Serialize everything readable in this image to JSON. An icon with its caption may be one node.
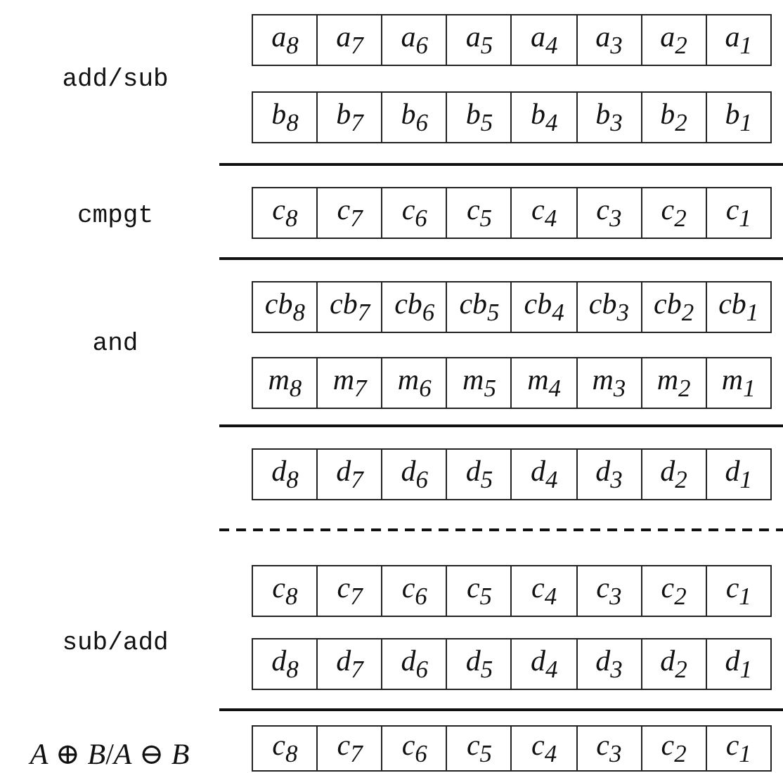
{
  "diagram": {
    "nodes": [
      {
        "text": [
          "a$_{8}$"
        ]
      },
      {
        "text": [
          "a$_{7}$"
        ]
      },
      {
        "text": [
          "a$_{6}$"
        ]
      },
      {
        "text": [
          "a$_{5}$"
        ]
      },
      {
        "text": [
          "a$_{4}$"
        ]
      },
      {
        "text": [
          "a$_{3}$"
        ]
      },
      {
        "text": [
          "a$_{2}$"
        ]
      },
      {
        "text": [
          "a$_{1}$"
        ]
      },
      {
        "text": [
          "b$_{8}$"
        ]
      },
      {
        "text": [
          "b$_{7}$"
        ]
      },
      {
        "text": [
          "b$_{6}$"
        ]
      },
      {
        "text": [
          "b$_{5}$"
        ]
      },
      {
        "text": [
          "b$_{4}$"
        ]
      },
      {
        "text": [
          "b$_{3}$"
        ]
      },
      {
        "text": [
          "b$_{2}$"
        ]
      },
      {
        "text": [
          "b$_{1}$"
        ]
      },
      {
        "text": [
          "c$_{8}$"
        ]
      },
      {
        "text": [
          "c$_{7}$"
        ]
      },
      {
        "text": [
          "c$_{6}$"
        ]
      },
      {
        "text": [
          "c$_{5}$"
        ]
      },
      {
        "text": [
          "c$_{4}$"
        ]
      },
      {
        "text": [
          "c$_{3}$"
        ]
      },
      {
        "text": [
          "c$_{2}$"
        ]
      },
      {
        "text": [
          "c$_{1}$"
        ]
      },
      {
        "text": [
          "cb$_{8}$"
        ]
      },
      {
        "text": [
          "cb$_{7}$"
        ]
      },
      {
        "text": [
          "cb$_{6}$"
        ]
      },
      {
        "text": [
          "cb$_{5}$"
        ]
      },
      {
        "text": [
          "cb$_{4}$"
        ]
      },
      {
        "text": [
          "cb$_{3}$"
        ]
      },
      {
        "text": [
          "cb$_{2}$"
        ]
      },
      {
        "text": [
          "cb$_{1}$"
        ]
      },
      {
        "text": [
          "m$_{8}$"
        ]
      },
      {
        "text": [
          "m$_{7}$"
        ]
      },
      {
        "text": [
          "m$_{6}$"
        ]
      },
      {
        "text": [
          "m$_{5}$"
        ]
      },
      {
        "text": [
          "m$_{4}$"
        ]
      },
      {
        "text": [
          "m$_{3}$"
        ]
      },
      {
        "text": [
          "m$_{2}$"
        ]
      },
      {
        "text": [
          "m$_{1}$"
        ]
      },
      {
        "text": [
          "d$_{8}$"
        ]
      },
      {
        "text": [
          "d$_{7}$"
        ]
      },
      {
        "text": [
          "d$_{6}$"
        ]
      },
      {
        "text": [
          "d$_{5}$"
        ]
      },
      {
        "text": [
          "d$_{4}$"
        ]
      },
      {
        "text": [
          "d$_{3}$"
        ]
      },
      {
        "text": [
          "d$_{2}$"
        ]
      },
      {
        "text": [
          "d$_{1}$"
        ]
      },
      {
        "text": [
          "c$_{8}$"
        ]
      },
      {
        "text": [
          "c$_{7}$"
        ]
      },
      {
        "text": [
          "c$_{6}$"
        ]
      },
      {
        "text": [
          "c$_{5}$"
        ]
      },
      {
        "text": [
          "c$_{4}$"
        ]
      },
      {
        "text": [
          "c$_{3}$"
        ]
      },
      {
        "text": [
          "c$_{2}$"
        ]
      },
      {
        "text": [
          "c$_{1}$"
        ]
      },
      {
        "text": [
          "d$_{8}$"
        ]
      },
      {
        "text": [
          "d$_{7}$"
        ]
      },
      {
        "text": [
          "d$_{6}$"
        ]
      },
      {
        "text": [
          "d$_{5}$"
        ]
      },
      {
        "text": [
          "d$_{4}$"
        ]
      },
      {
        "text": [
          "d$_{3}$"
        ]
      },
      {
        "text": [
          "d$_{2}$"
        ]
      },
      {
        "text": [
          "d$_{1}$"
        ]
      },
      {
        "text": [
          "c$_{8}$"
        ]
      },
      {
        "text": [
          "c$_{7}$"
        ]
      },
      {
        "text": [
          "c$_{6}$"
        ]
      },
      {
        "text": [
          "c$_{5}$"
        ]
      },
      {
        "text": [
          "c$_{4}$"
        ]
      },
      {
        "text": [
          "c$_{3}$"
        ]
      },
      {
        "text": [
          "c$_{2}$"
        ]
      },
      {
        "text": [
          "c$_{1}$"
        ]
      }
    ],
    "labels": [
      "add/sub",
      "cmpgt",
      "and",
      "sub/add",
      "*A* ⊕ *B*/*A* ⊖ *B*"
    ]
  }
}
